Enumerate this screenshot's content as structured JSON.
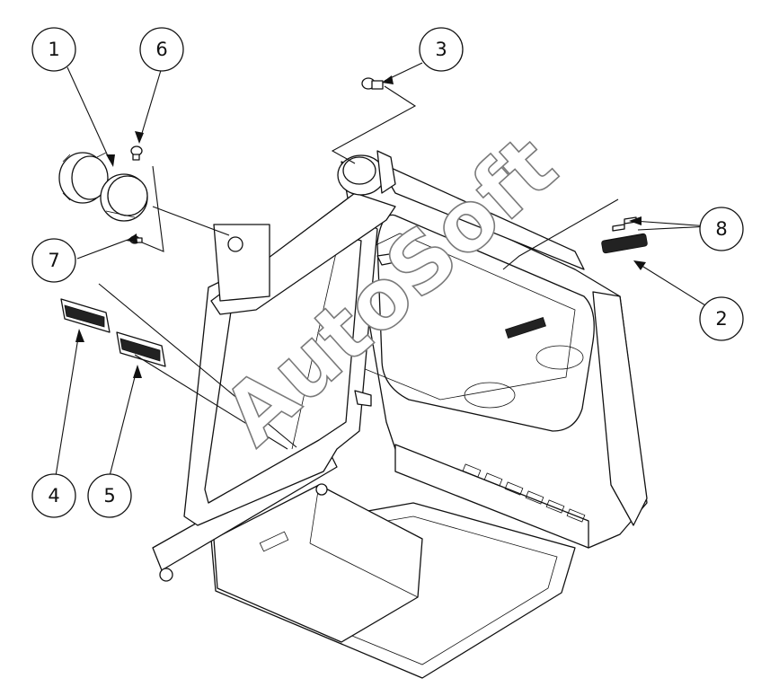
{
  "watermark": "AutoSoft",
  "callouts": [
    {
      "id": "c1",
      "label": "1"
    },
    {
      "id": "c2",
      "label": "2"
    },
    {
      "id": "c3",
      "label": "3"
    },
    {
      "id": "c4",
      "label": "4"
    },
    {
      "id": "c5",
      "label": "5"
    },
    {
      "id": "c6",
      "label": "6"
    },
    {
      "id": "c7",
      "label": "7"
    },
    {
      "id": "c8",
      "label": "8"
    }
  ]
}
